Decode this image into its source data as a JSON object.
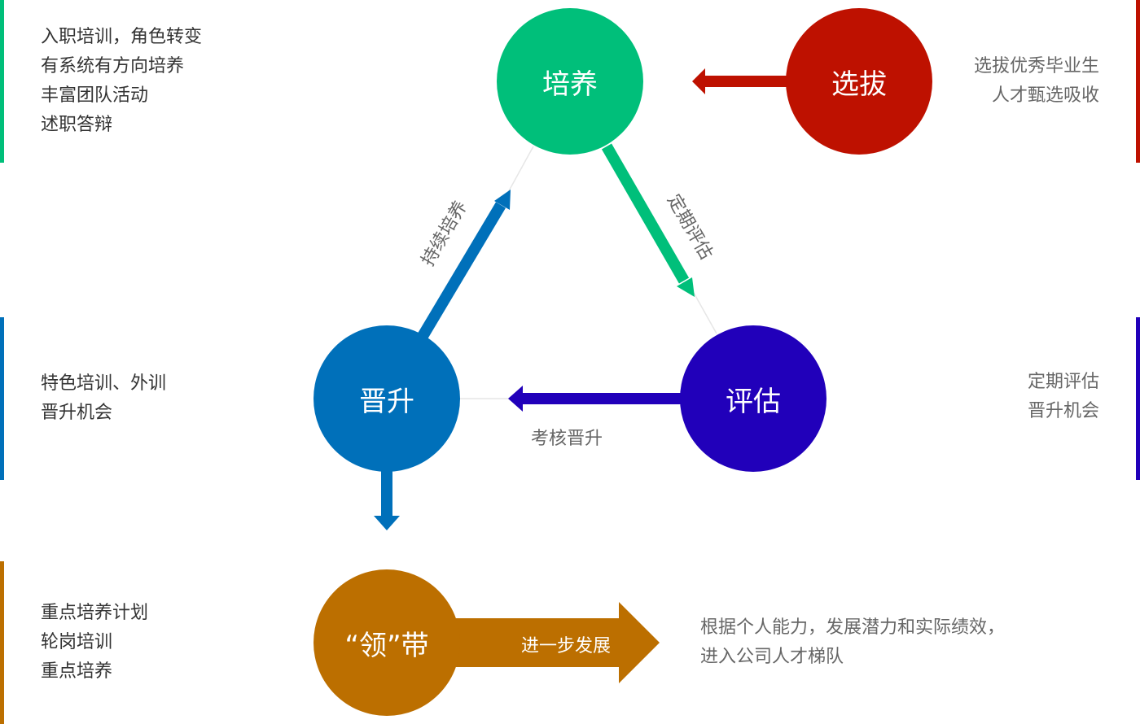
{
  "colors": {
    "green": "#00BF7A",
    "red": "#BE1100",
    "blue": "#0070BA",
    "purple": "#2100BA",
    "orange": "#BC6F00"
  },
  "nodes": {
    "cultivate": "培养",
    "select": "选拔",
    "promote": "晋升",
    "evaluate": "评估",
    "lead": "“领”带"
  },
  "arrows": {
    "continue": "持续培养",
    "regular": "定期评估",
    "assess": "考核晋升",
    "further": "进一步发展"
  },
  "left_blocks": {
    "cultivate": [
      "入职培训，角色转变",
      "有系统有方向培养",
      "丰富团队活动",
      "述职答辩"
    ],
    "promote": [
      "特色培训、外训",
      "晋升机会"
    ],
    "lead": [
      "重点培养计划",
      "轮岗培训",
      "重点培养"
    ]
  },
  "right_blocks": {
    "select": [
      "选拔优秀毕业生",
      "人才甄选吸收"
    ],
    "evaluate": [
      "定期评估",
      "晋升机会"
    ],
    "lead": [
      "根据个人能力，发展潜力和实际绩效，",
      "进入公司人才梯队"
    ]
  }
}
